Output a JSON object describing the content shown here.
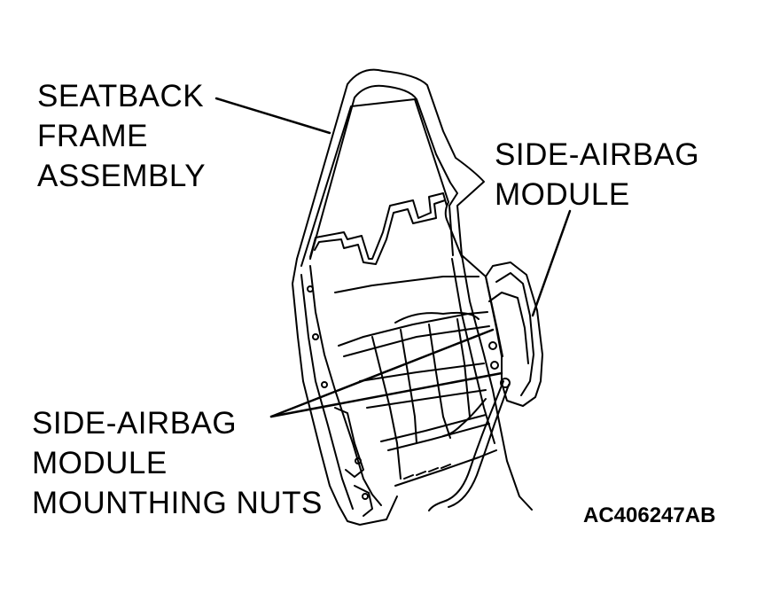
{
  "labels": {
    "seatback_frame": [
      "SEATBACK",
      "FRAME",
      "ASSEMBLY"
    ],
    "side_airbag_module": [
      "SIDE-AIRBAG",
      "MODULE"
    ],
    "mounting_nuts": [
      "SIDE-AIRBAG",
      "MODULE",
      "MOUNTHING NUTS"
    ]
  },
  "figure_code": "AC406247AB",
  "colors": {
    "line": "#000000",
    "background": "#ffffff"
  }
}
